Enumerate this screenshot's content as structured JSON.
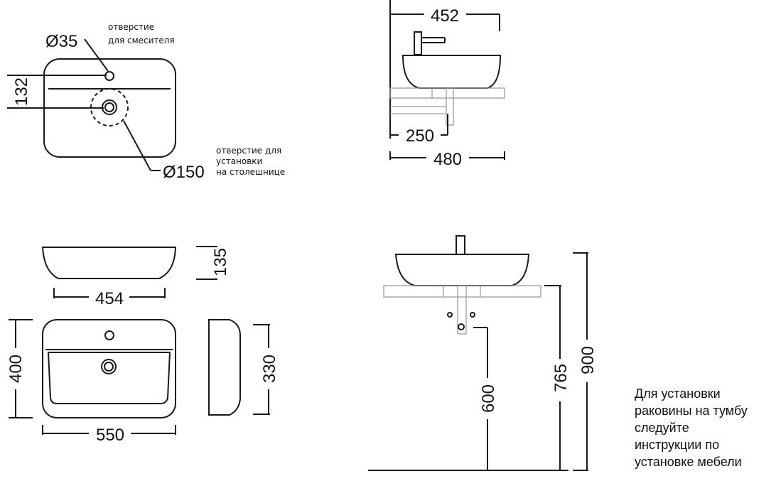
{
  "top_view": {
    "d35": "Ø35",
    "mixer_hole_line1": "отверстие",
    "mixer_hole_line2": "для смесителя",
    "dim_132": "132",
    "d150": "Ø150",
    "counter_hole_line1": "отверстие для",
    "counter_hole_line2": "установки",
    "counter_hole_line3": "на столешнице"
  },
  "side_section": {
    "dim_452": "452",
    "dim_250": "250",
    "dim_480": "480"
  },
  "front_profile": {
    "dim_135": "135",
    "dim_454": "454"
  },
  "plan_view": {
    "dim_400": "400",
    "dim_550": "550"
  },
  "side_profile": {
    "dim_330": "330"
  },
  "install_view": {
    "dim_600": "600",
    "dim_765": "765",
    "dim_900": "900"
  },
  "note": {
    "line1": "Для установки",
    "line2": "раковины на тумбу",
    "line3": "следуйте",
    "line4": "инструкции по",
    "line5": "установке мебели"
  }
}
